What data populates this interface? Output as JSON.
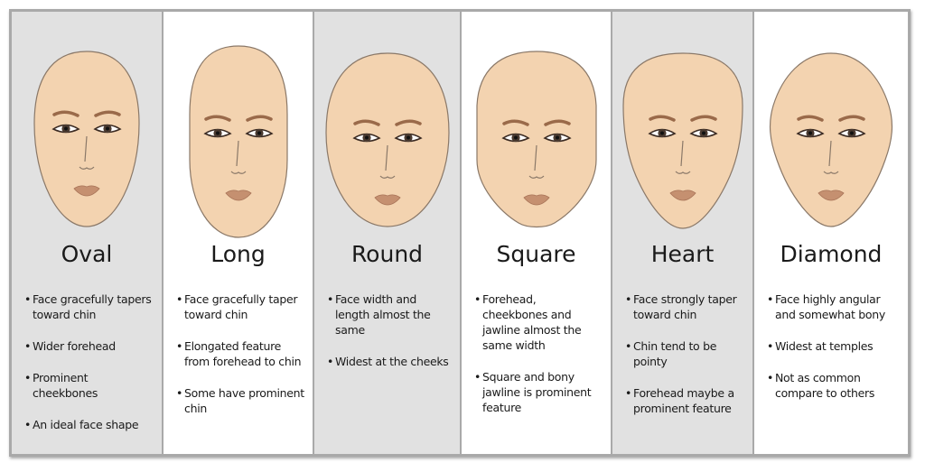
{
  "colors": {
    "skin": "#f3d3b0",
    "outline": "#8a7868",
    "brow": "#9a6a4a",
    "lip": "#c59070",
    "gray_panel": "#e1e1e1",
    "white_panel": "#ffffff",
    "divider": "#a9a9a9"
  },
  "bullet_glyph": "•",
  "shapes": [
    {
      "name": "Oval",
      "bg": "gray",
      "face": "oval",
      "bullets": [
        "Face gracefully tapers toward chin",
        "Wider forehead",
        "Prominent cheekbones",
        "An ideal face shape"
      ]
    },
    {
      "name": "Long",
      "bg": "white",
      "face": "long",
      "bullets": [
        "Face gracefully taper toward chin",
        "Elongated feature from forehead to chin",
        "Some have prominent chin"
      ]
    },
    {
      "name": "Round",
      "bg": "gray",
      "face": "round",
      "bullets": [
        "Face width and length almost the same",
        "Widest at the cheeks"
      ]
    },
    {
      "name": "Square",
      "bg": "white",
      "face": "square",
      "bullets": [
        "Forehead, cheekbones and jawline almost the same width",
        "Square and bony jawline is prominent feature"
      ]
    },
    {
      "name": "Heart",
      "bg": "gray",
      "face": "heart",
      "bullets": [
        "Face strongly taper toward chin",
        "Chin tend to be pointy",
        "Forehead maybe a prominent feature"
      ]
    },
    {
      "name": "Diamond",
      "bg": "white",
      "face": "diamond",
      "bullets": [
        "Face highly angular and somewhat bony",
        "Widest at temples",
        "Not as common compare to others"
      ]
    }
  ]
}
